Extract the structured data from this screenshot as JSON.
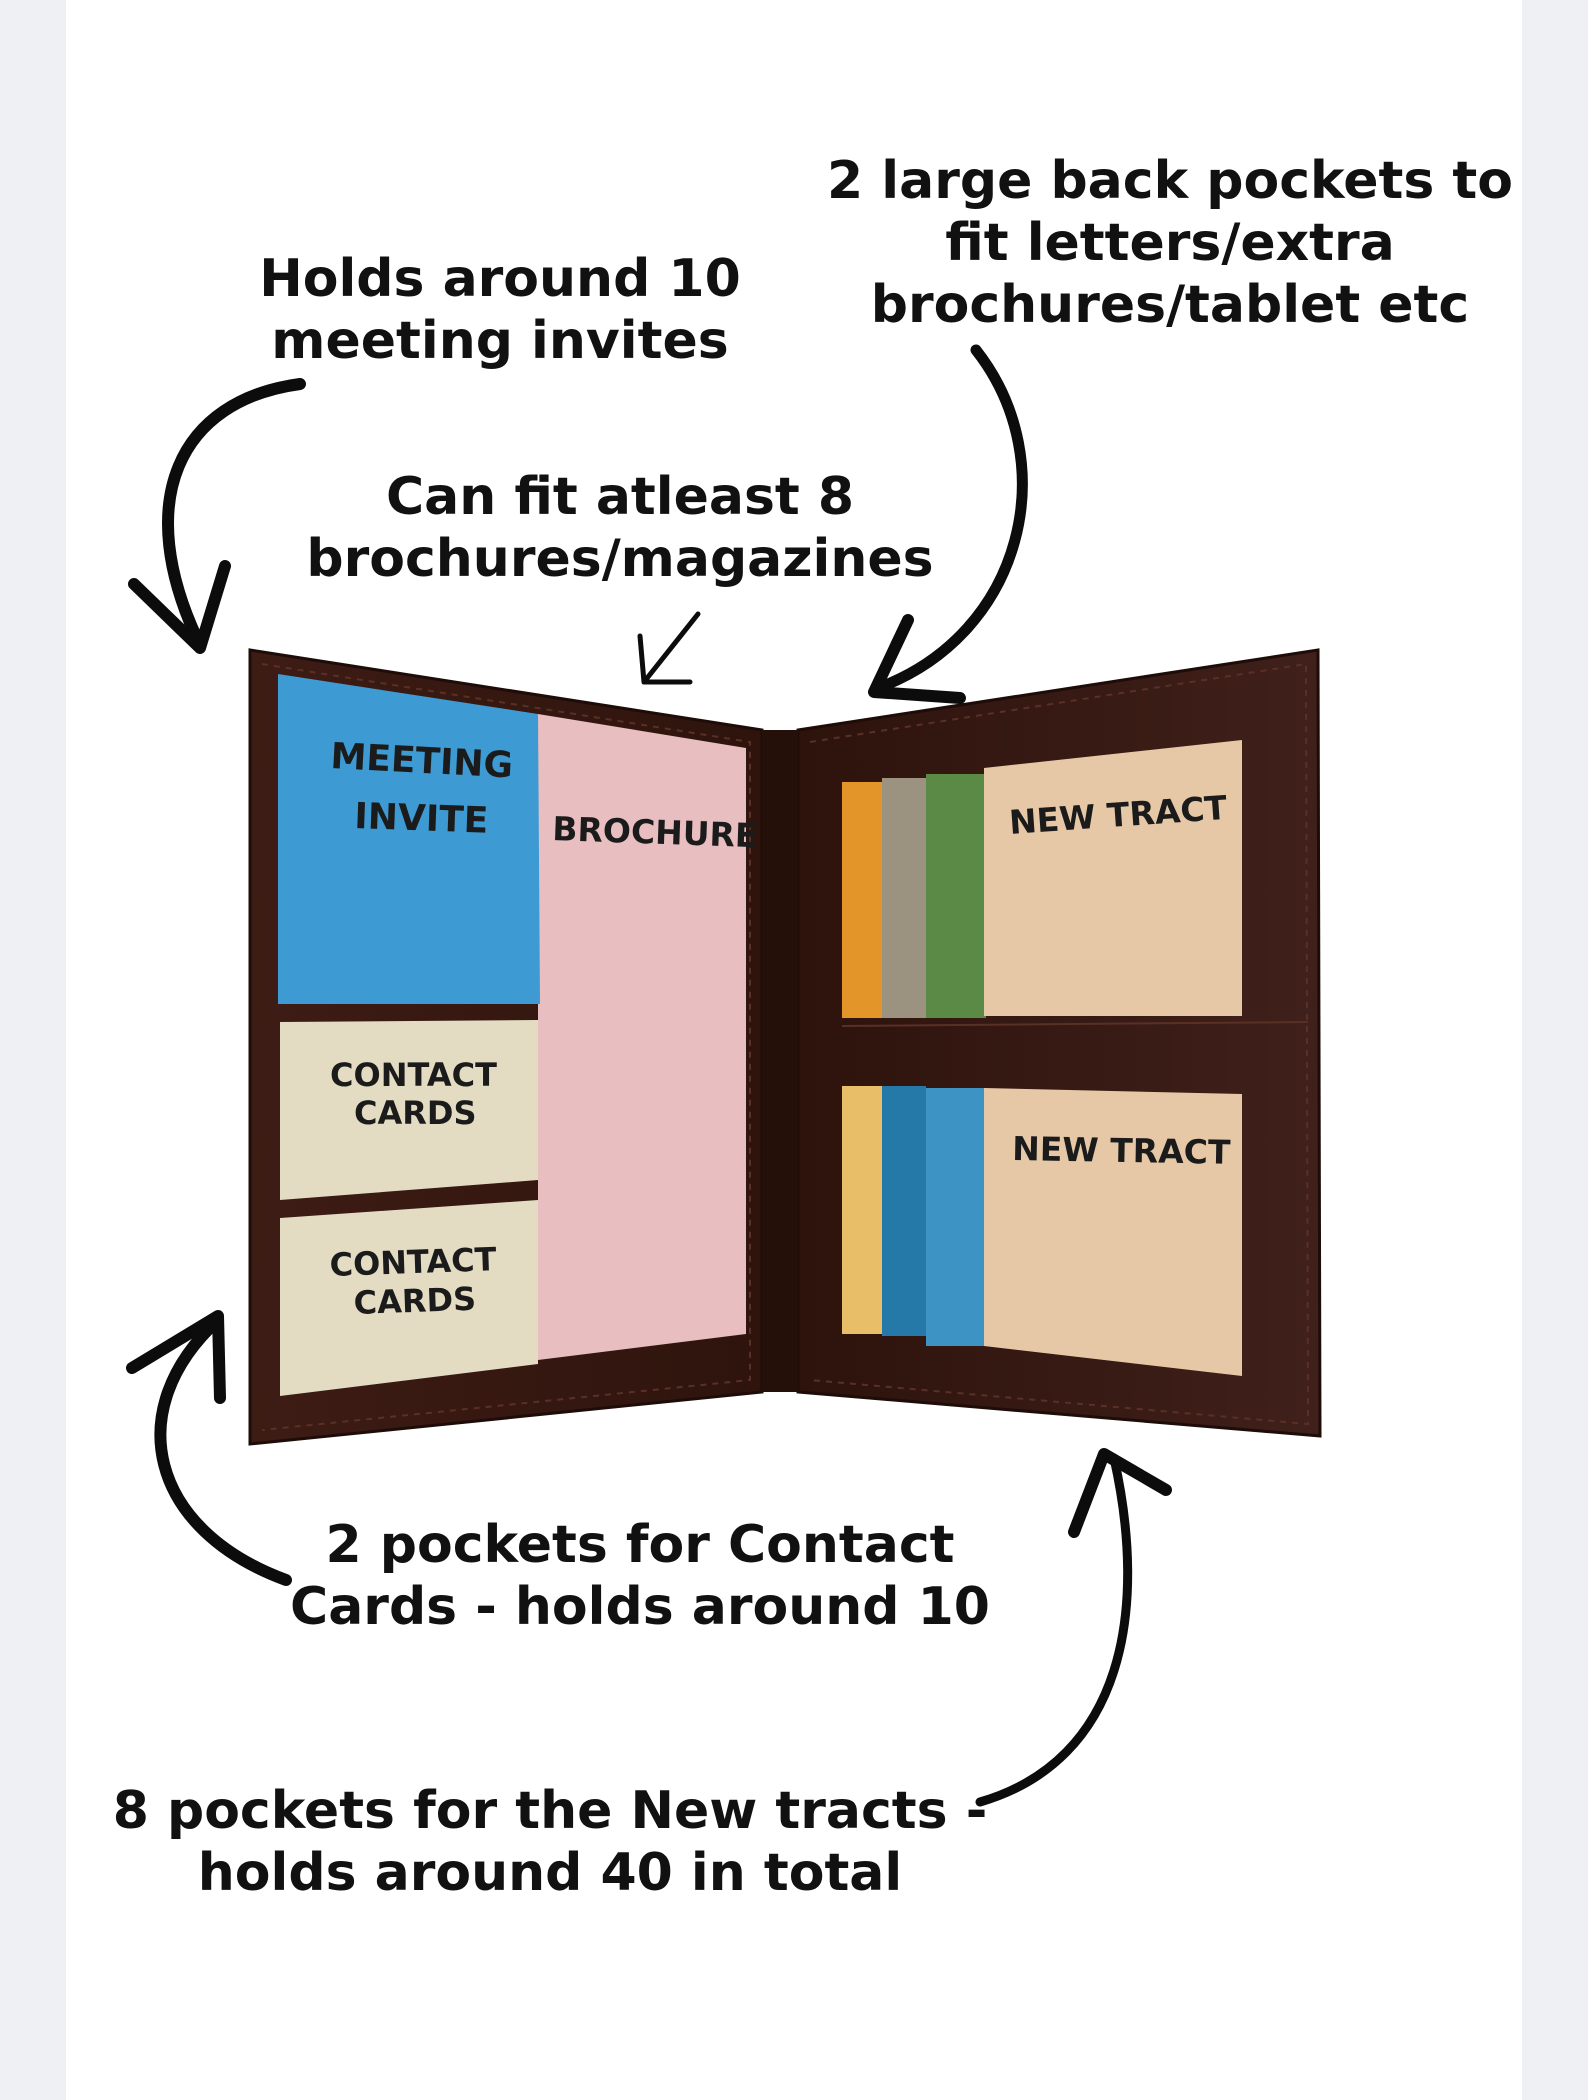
{
  "captions": {
    "meeting_invites": [
      "Holds around 10",
      "meeting invites"
    ],
    "brochures": [
      "Can fit atleast 8",
      "brochures/magazines"
    ],
    "back_pockets": [
      "2 large back pockets to",
      "fit letters/extra",
      "brochures/tablet etc"
    ],
    "contact_cards": [
      "2 pockets for Contact",
      "Cards - holds around 10"
    ],
    "new_tracts": [
      "8 pockets for the New tracts -",
      "holds around 40 in total"
    ]
  },
  "folder": {
    "meeting_invite_label": [
      "MEETING",
      "INVITE"
    ],
    "brochure_label": "BROCHURE",
    "contact_card_label_1": [
      "CONTACT",
      "CARDS"
    ],
    "contact_card_label_2": [
      "CONTACT",
      "CARDS"
    ],
    "new_tract_label_1": "NEW TRACT",
    "new_tract_label_2": "NEW TRACT"
  },
  "colors": {
    "folder_leather": "#3a1a12",
    "meeting_invite": "#3d9ad2",
    "brochure": "#e8bec0",
    "contact_cards": "#e3dcc3",
    "new_tract": "#e6c8a6",
    "tract_tab_orange": "#e3952a",
    "tract_tab_grey": "#9b927f",
    "tract_tab_green": "#5b8a47",
    "tract_tab_yellow": "#e8bf68",
    "tract_tab_blue": "#2479a8",
    "tract_tab_lightblue": "#3d94c4"
  }
}
